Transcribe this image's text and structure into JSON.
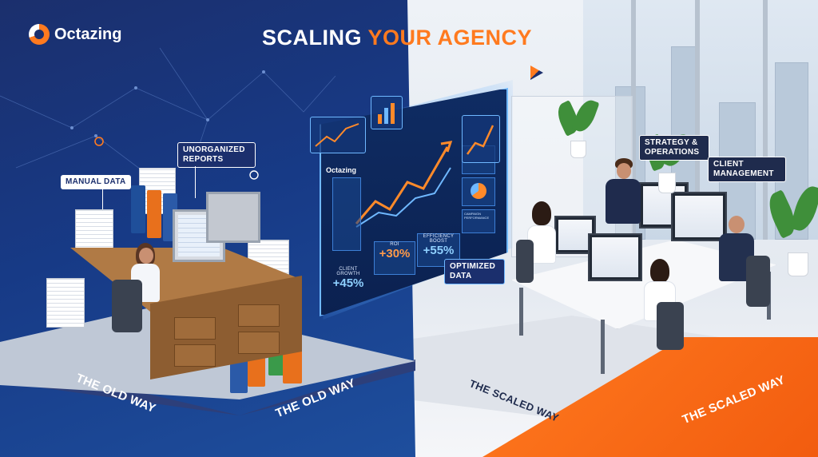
{
  "brand": {
    "name": "Octazing"
  },
  "headline": {
    "white": "SCALING ",
    "orange": "YOUR AGENCY"
  },
  "labels": {
    "manual_data": "MANUAL DATA",
    "unorganized_reports": "UNORGANIZED REPORTS",
    "optimized_data": "OPTIMIZED DATA",
    "strategy_operations": "STRATEGY & OPERATIONS",
    "client_management": "CLIENT MANAGEMENT"
  },
  "ways": {
    "old_1": "THE OLD WAY",
    "old_2": "THE OLD WAY",
    "scaled_1": "THE SCALED WAY",
    "scaled_2": "THE SCALED WAY"
  },
  "dashboard": {
    "logo": "Octazing",
    "panel_title": "CAMPAIGN PERFORMANCE",
    "kpis": [
      {
        "title": "CLIENT GROWTH",
        "value": "+45%"
      },
      {
        "title": "ROI",
        "value": "+30%"
      },
      {
        "title": "EFFICIENCY BOOST",
        "value": "+55%"
      }
    ]
  },
  "colors": {
    "navy": "#1b2f6d",
    "orange": "#ff7a1f",
    "glow": "#6fb8ff"
  }
}
